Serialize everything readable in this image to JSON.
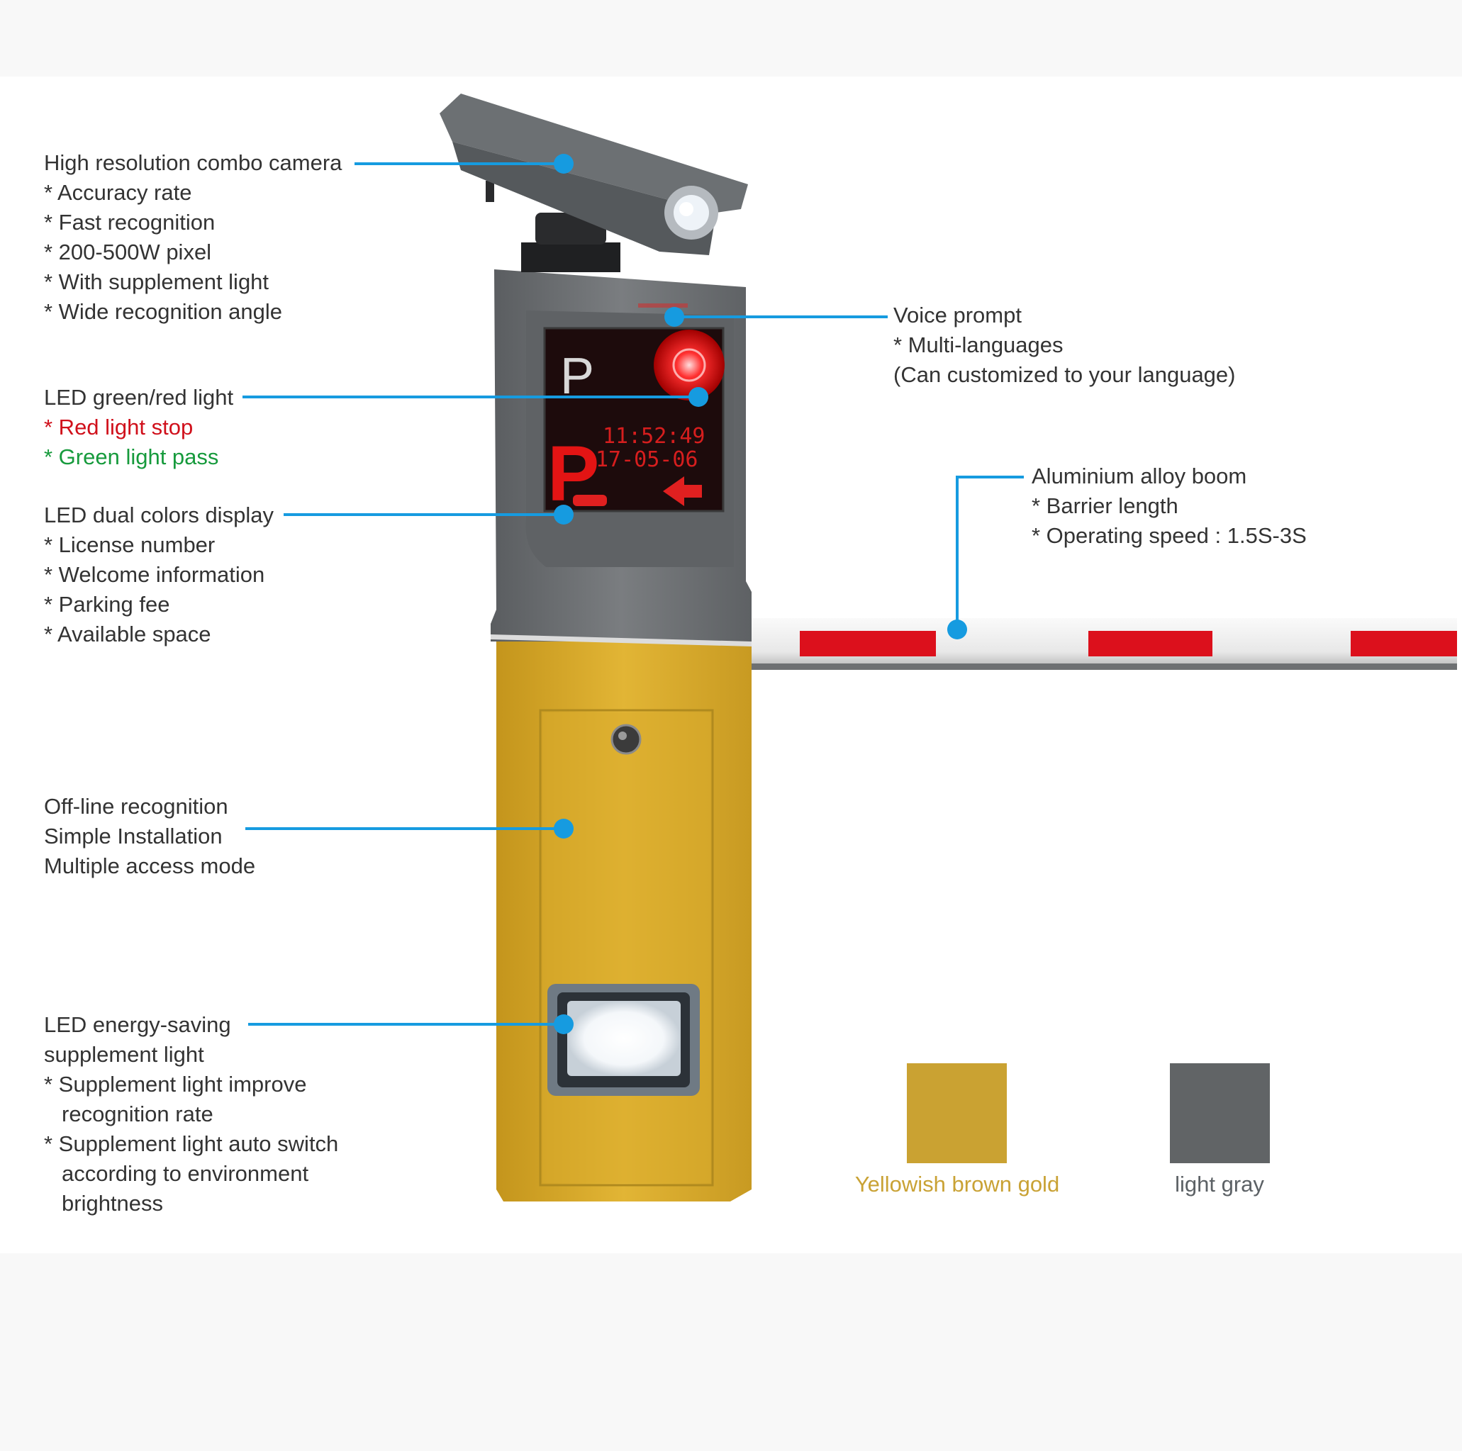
{
  "colors": {
    "callout_line": "#169be0",
    "housing_gold": "#dcac2a",
    "housing_gray": "#6b6e70",
    "red_text": "#d0101b",
    "green_text": "#169a3c",
    "swatch_gold": "#caa232",
    "swatch_gray": "#616466",
    "boom_stripe": "#dc101c"
  },
  "led_display": {
    "sign_letter": "P",
    "time": "11:52:49",
    "date": "17-05-06",
    "arrow_icon": "left-arrow-icon"
  },
  "callouts": {
    "camera": {
      "title": "High resolution combo camera",
      "items": [
        "* Accuracy rate",
        "* Fast recognition",
        "* 200-500W pixel",
        "* With supplement light",
        "* Wide recognition angle"
      ]
    },
    "led_light": {
      "title": "LED green/red light",
      "red_item": "* Red light stop",
      "green_item": "* Green light pass"
    },
    "display": {
      "title": "LED dual colors display",
      "items": [
        "* License number",
        "* Welcome information",
        "* Parking fee",
        "* Available space"
      ]
    },
    "offline": {
      "lines": [
        "Off-line recognition",
        "Simple Installation",
        "Multiple access mode"
      ]
    },
    "supplement": {
      "lines": [
        "LED energy-saving",
        "supplement light"
      ],
      "item1": "* Supplement light improve",
      "item1_cont": "recognition rate",
      "item2": "* Supplement light auto switch",
      "item2_cont": "according to environment",
      "item2_cont2": "brightness"
    },
    "voice": {
      "title": "Voice prompt",
      "item": "* Multi-languages",
      "note": "(Can customized to your language)"
    },
    "boom": {
      "title": "Aluminium alloy boom",
      "items": [
        "* Barrier length",
        "* Operating speed : 1.5S-3S"
      ]
    }
  },
  "swatches": [
    {
      "label": "Yellowish brown gold",
      "color": "#caa232"
    },
    {
      "label": "light gray",
      "color": "#616466"
    }
  ]
}
